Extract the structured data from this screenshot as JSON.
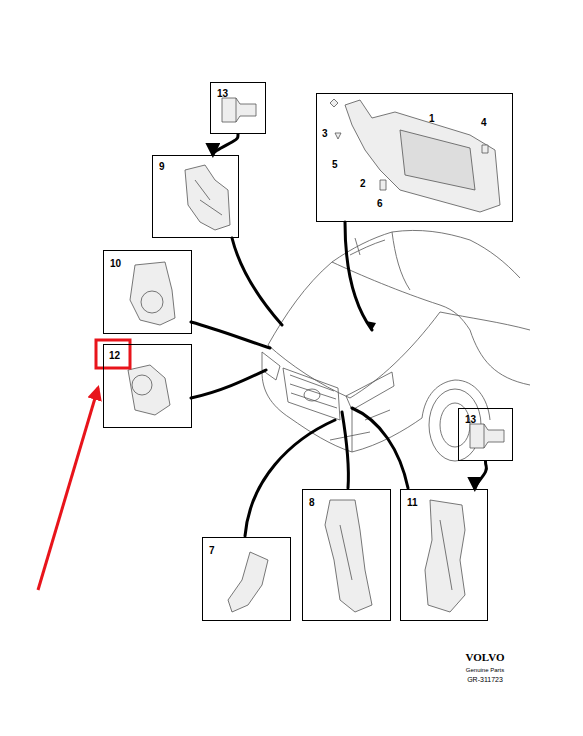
{
  "diagram": {
    "nodes": [
      {
        "text": [
          "13"
        ]
      },
      {
        "text": [
          "1",
          "3",
          "4",
          "5",
          "2",
          "6"
        ]
      },
      {
        "text": [
          "9"
        ]
      },
      {
        "text": [
          "10"
        ]
      },
      {
        "text": [
          "12"
        ]
      },
      {
        "text": [
          "13"
        ]
      },
      {
        "text": [
          "7"
        ]
      },
      {
        "text": [
          "8"
        ]
      },
      {
        "text": [
          "11"
        ]
      }
    ],
    "edges": [
      {
        "from": 0,
        "to": 2,
        "arrow": "to"
      },
      {
        "from": 5,
        "to": 8,
        "arrow": "to"
      }
    ],
    "labels": [
      "VOLVO",
      "Genuine Parts",
      "GR-311723"
    ]
  }
}
